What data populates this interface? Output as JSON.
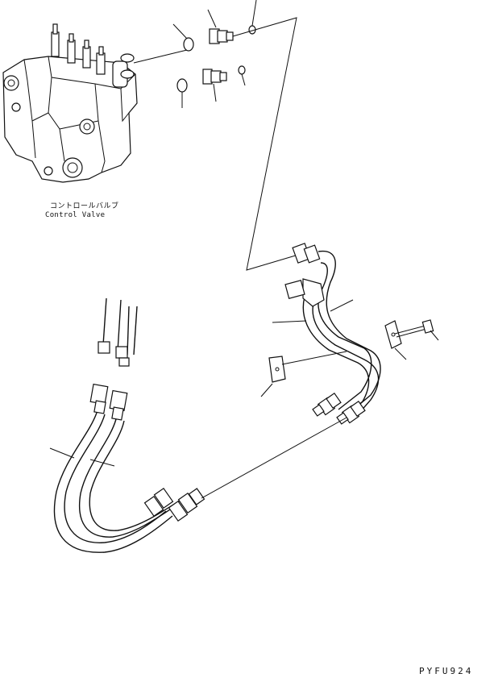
{
  "labels": {
    "control_valve_jp": "コントロールバルブ",
    "control_valve_en": "Control Valve",
    "drawing_code": "PYFU924"
  },
  "colors": {
    "line": "#111111",
    "background": "#ffffff"
  }
}
